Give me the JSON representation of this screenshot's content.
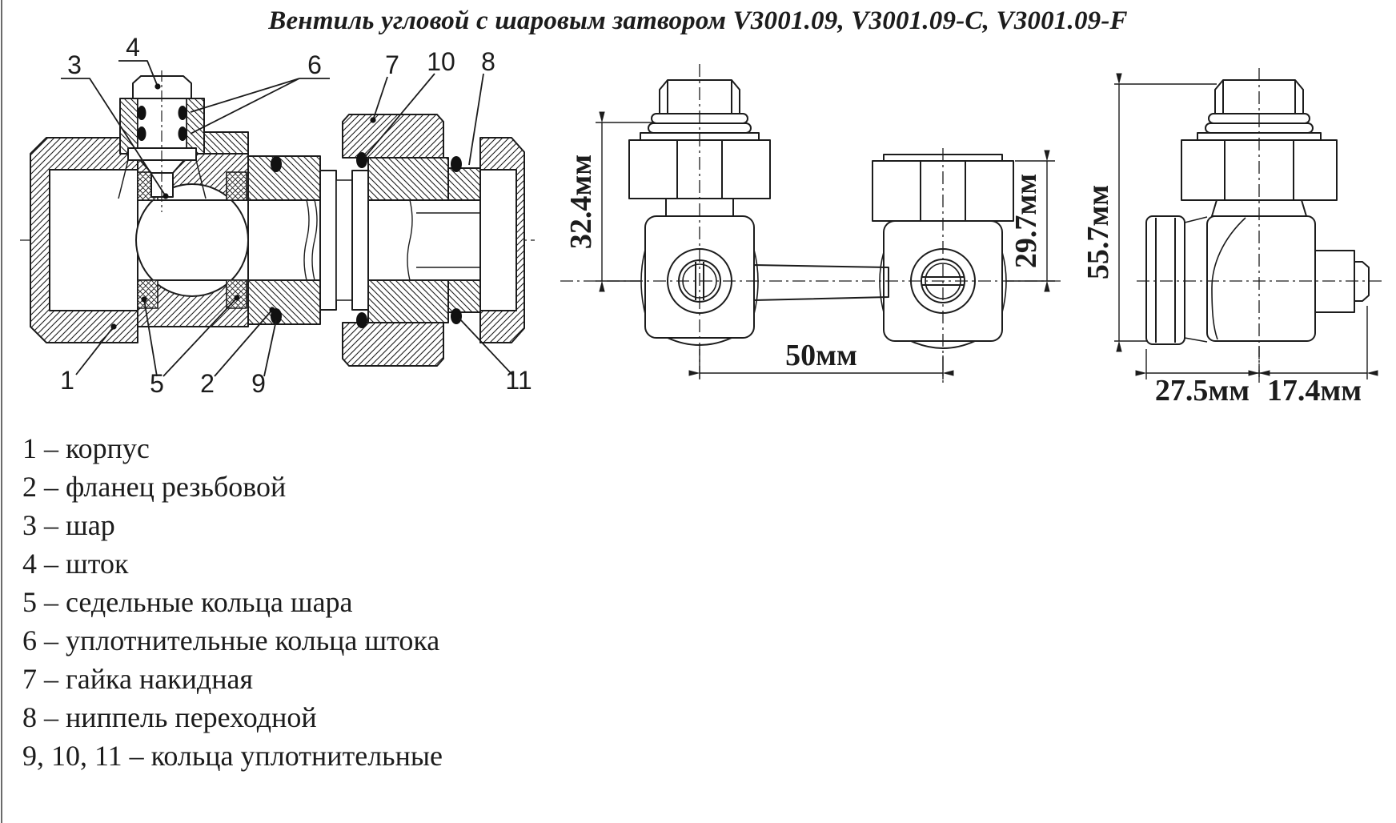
{
  "title": "Вентиль угловой с шаровым затвором V3001.09, V3001.09-C, V3001.09-F",
  "section": {
    "callouts": [
      "1",
      "2",
      "3",
      "4",
      "5",
      "6",
      "7",
      "8",
      "9",
      "10",
      "11"
    ]
  },
  "front_view": {
    "dim_height_left": "32.4мм",
    "dim_height_right": "29.7мм",
    "dim_span": "50мм"
  },
  "side_view": {
    "dim_height": "55.7мм",
    "dim_left": "27.5мм",
    "dim_right": "17.4мм"
  },
  "legend": {
    "items": [
      "1 – корпус",
      "2 – фланец резьбовой",
      "3 – шар",
      "4 – шток",
      "5 – седельные кольца шара",
      "6 – уплотнительные кольца штока",
      "7 – гайка накидная",
      "8 – ниппель переходной",
      "9, 10, 11 – кольца уплотнительные"
    ]
  },
  "colors": {
    "line": "#1c1c1c",
    "background": "#ffffff",
    "border": "#6a6a6a"
  }
}
